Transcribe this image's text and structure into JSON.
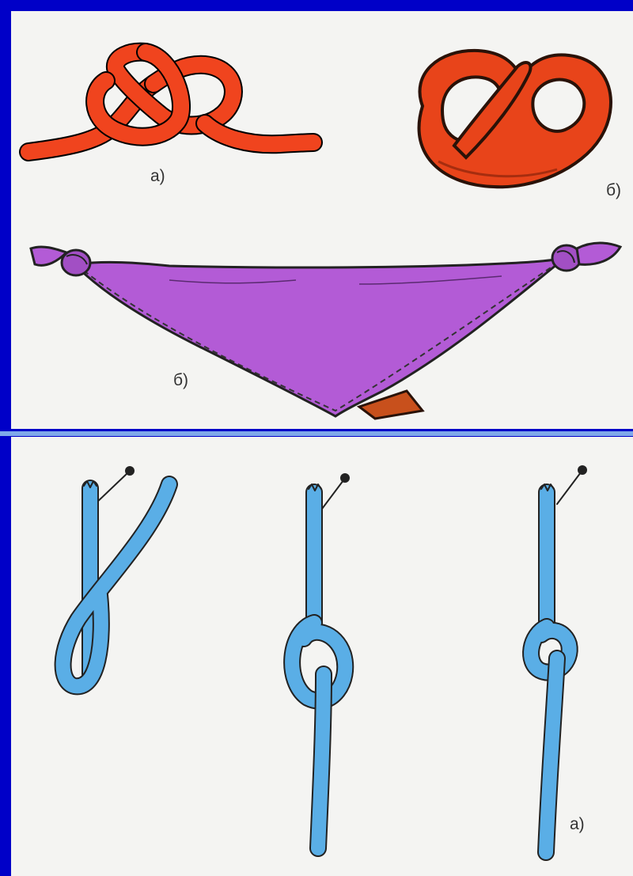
{
  "figures": {
    "top": {
      "rope_knot_label": "а)",
      "pretzel_label": "б)",
      "scarf_label": "б)"
    },
    "bottom": {
      "knot_steps_label": "а)"
    }
  },
  "colors": {
    "frame": "#0000c8",
    "divider": "#7fa9ea",
    "rope_red": "#f0441e",
    "pretzel_red": "#e8441a",
    "scarf_purple": "#b35bd6",
    "rope_blue": "#5aaee6"
  }
}
